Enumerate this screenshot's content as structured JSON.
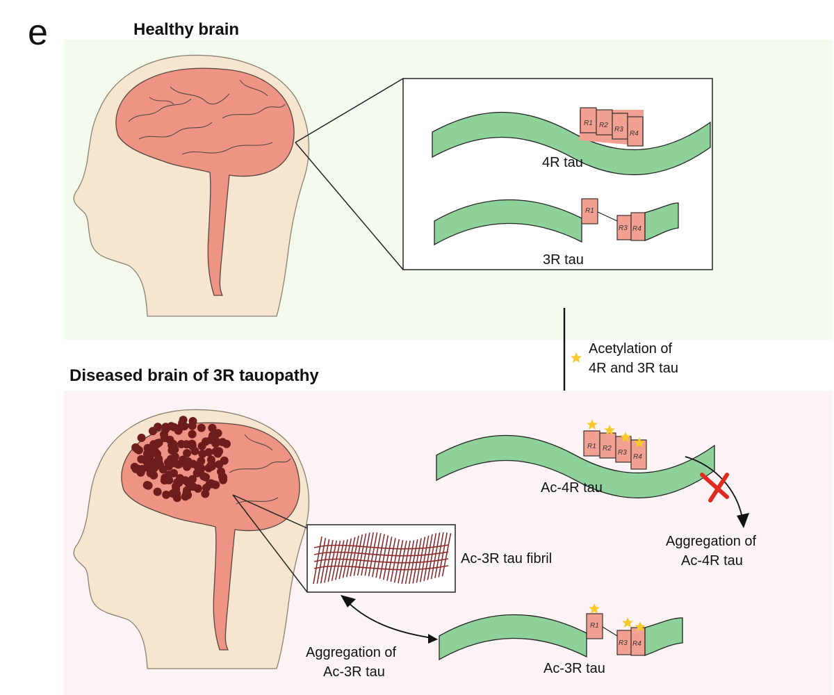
{
  "panel_letter": "e",
  "healthy": {
    "title": "Healthy brain",
    "tau4": {
      "label": "4R tau",
      "segments": [
        "R1",
        "R2",
        "R3",
        "R4"
      ]
    },
    "tau3": {
      "label": "3R tau",
      "segments": [
        "R1",
        "R3",
        "R4"
      ]
    }
  },
  "transition": {
    "line1": "Acetylation of",
    "line2": "4R and 3R tau"
  },
  "diseased": {
    "title": "Diseased brain of 3R tauopathy",
    "ac4r": {
      "label": "Ac-4R tau",
      "segments": [
        "R1",
        "R2",
        "R3",
        "R4"
      ],
      "aggregation_line1": "Aggregation of",
      "aggregation_line2": "Ac-4R tau"
    },
    "ac3r": {
      "label": "Ac-3R tau",
      "segments": [
        "R1",
        "R3",
        "R4"
      ],
      "aggregation_line1": "Aggregation of",
      "aggregation_line2": "Ac-3R tau"
    },
    "fibril_label": "Ac-3R tau fibril"
  },
  "colors": {
    "healthy_bg": "#f3fbef",
    "diseased_bg": "#fcf4f4",
    "skin": "#f6e5cf",
    "brain": "#ee9484",
    "tangle": "#6e1c1c",
    "tau_green": "#8fd19a",
    "tau_repeat": "#f2a091",
    "star": "#f7c92c",
    "block_x": "#e02a20"
  }
}
